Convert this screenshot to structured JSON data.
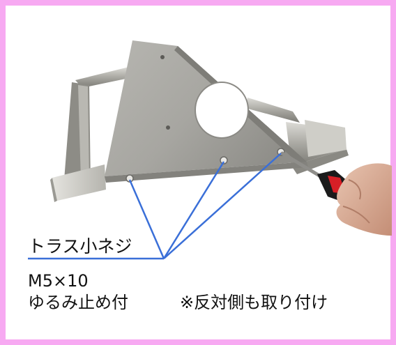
{
  "colors": {
    "border": "#f7a9f2",
    "leader_line": "#3a6fd8",
    "panel": "#a9a8a3",
    "handle": "#d71f26"
  },
  "labels": {
    "screw_name": "トラス小ネジ",
    "screw_size": "M5×10",
    "lock_note": "ゆるみ止め付",
    "other_side_note": "※反対側も取り付け"
  }
}
